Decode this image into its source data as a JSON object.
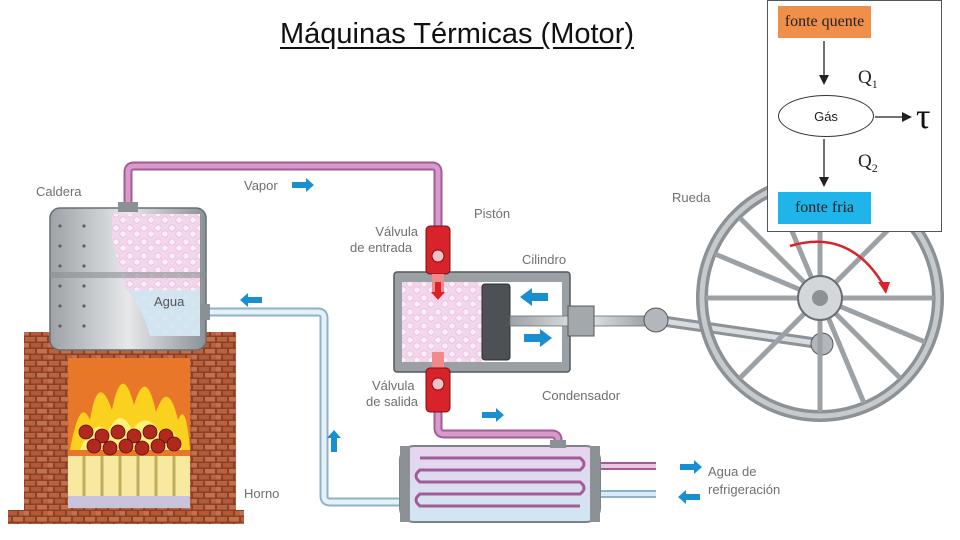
{
  "title": "Máquinas Térmicas (Motor)",
  "labels": {
    "caldera": "Caldera",
    "vapor": "Vapor",
    "valvula_entrada_1": "Válvula",
    "valvula_entrada_2": "de entrada",
    "piston": "Pistón",
    "cilindro": "Cilindro",
    "rueda": "Rueda",
    "agua": "Agua",
    "valvula_salida_1": "Válvula",
    "valvula_salida_2": "de salida",
    "condensador": "Condensador",
    "agua_refrig_1": "Agua de",
    "agua_refrig_2": "refrigeración",
    "horno": "Horno"
  },
  "inset": {
    "hot_source": "fonte quente",
    "cold_source": "fonte fria",
    "gas": "Gás",
    "q1": "Q",
    "q1_sub": "1",
    "q2": "Q",
    "q2_sub": "2",
    "work": "τ"
  },
  "colors": {
    "steam_pipe": "#c77bb8",
    "water_pipe": "#bfd9e8",
    "brick": "#a9563a",
    "fire": "#f7a11c",
    "valve": "#d9232a",
    "flow_arrow": "#1a8fd0",
    "hot_source": "#ef8f4a",
    "cold_source": "#1fb5ea"
  }
}
